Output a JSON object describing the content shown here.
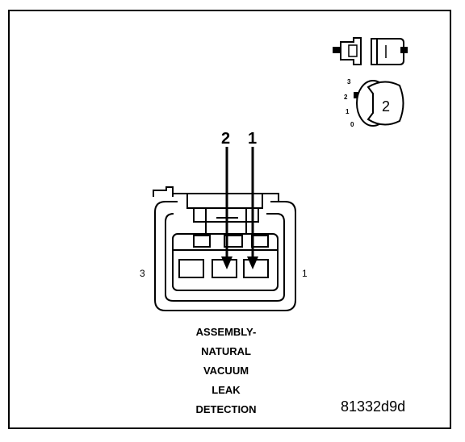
{
  "diagram": {
    "pins": {
      "top_left": "2",
      "top_right": "1"
    },
    "sides": {
      "left": "3",
      "right": "1"
    },
    "orientation_icon": {
      "scale": [
        "3",
        "2",
        "1",
        "0"
      ],
      "badge": "2"
    },
    "caption_lines": [
      "ASSEMBLY-",
      "NATURAL",
      "VACUUM",
      "LEAK",
      "DETECTION"
    ],
    "figure_code": "81332d9d"
  }
}
